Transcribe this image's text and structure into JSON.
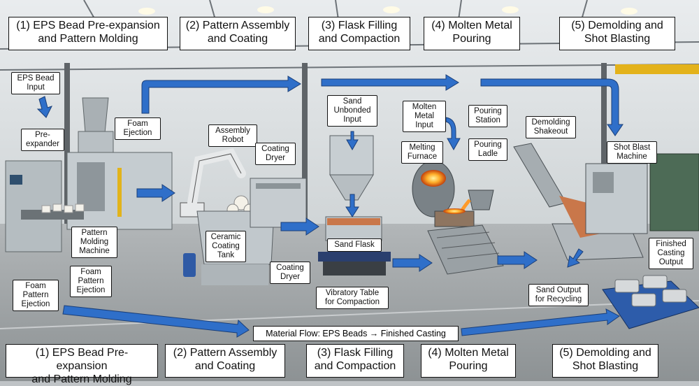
{
  "stages_top": [
    "(1) EPS Bead Pre-expansion\nand Pattern Molding",
    "(2) Pattern Assembly\nand Coating",
    "(3) Flask Filling\nand Compaction",
    "(4) Molten Metal\nPouring",
    "(5) Demolding and\nShot Blasting"
  ],
  "stages_bottom": [
    "(1) EPS Bead Pre-expansion\nand Pattern Molding",
    "(2) Pattern Assembly\nand Coating",
    "(3) Flask Filling\nand Compaction",
    "(4) Molten Metal\nPouring",
    "(5) Demolding and\nShot Blasting"
  ],
  "labels": {
    "eps_bead_input": "EPS Bead\nInput",
    "pre_expander": "Pre-\nexpander",
    "foam_ejection": "Foam\nEjection",
    "pattern_molding_machine": "Pattern\nMolding\nMachine",
    "foam_pattern_ejection_mid": "Foam\nPattern\nEjection",
    "foam_pattern_ejection_left": "Foam\nPattern\nEjection",
    "assembly_robot": "Assembly\nRobot",
    "coating_dryer_top": "Coating\nDryer",
    "ceramic_coating_tank": "Ceramic\nCoating\nTank",
    "coating_dryer_bottom": "Coating\nDryer",
    "sand_unbonded_input": "Sand\nUnbonded\nInput",
    "sand_flask": "Sand Flask",
    "vibratory_table": "Vibratory Table\nfor Compaction",
    "molten_metal_input": "Molten\nMetal\nInput",
    "melting_furnace": "Melting\nFurnace",
    "pouring_station": "Pouring\nStation",
    "pouring_ladle": "Pouring\nLadle",
    "demolding_shakeout": "Demolding\nShakeout",
    "shot_blast_machine": "Shot Blast\nMachine",
    "finished_casting_output": "Finished\nCasting\nOutput",
    "sand_output": "Sand Output\nfor Recycling"
  },
  "flow_label": "Material Flow: EPS Beads → Finished Casting",
  "colors": {
    "arrow": "#2f6fc9",
    "arrow_stroke": "#1b3f78",
    "sand": "#c9774a",
    "molten": "#ff9a2a",
    "machine": "#c7cfd2",
    "floor": "#9ea3a5",
    "wall": "#e3e6e7"
  }
}
